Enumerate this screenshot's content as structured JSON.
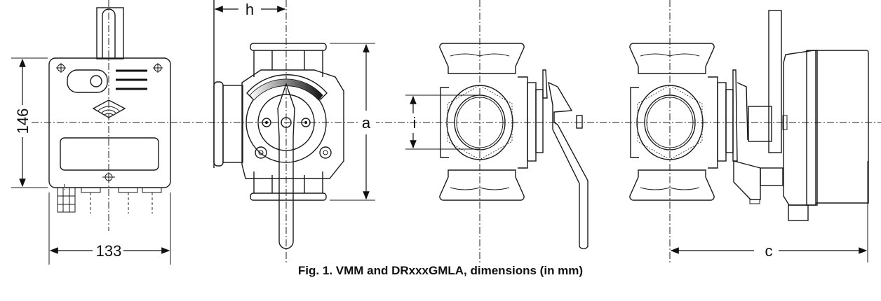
{
  "figure": {
    "caption": "Fig. 1. VMM and DRxxxGMLA, dimensions (in mm)"
  },
  "dimensions": {
    "height_actuator": "146",
    "width_actuator": "133",
    "h": "h",
    "a": "a",
    "i": "i",
    "c": "c"
  },
  "colors": {
    "line": "#1a1a1a",
    "background": "#ffffff"
  }
}
